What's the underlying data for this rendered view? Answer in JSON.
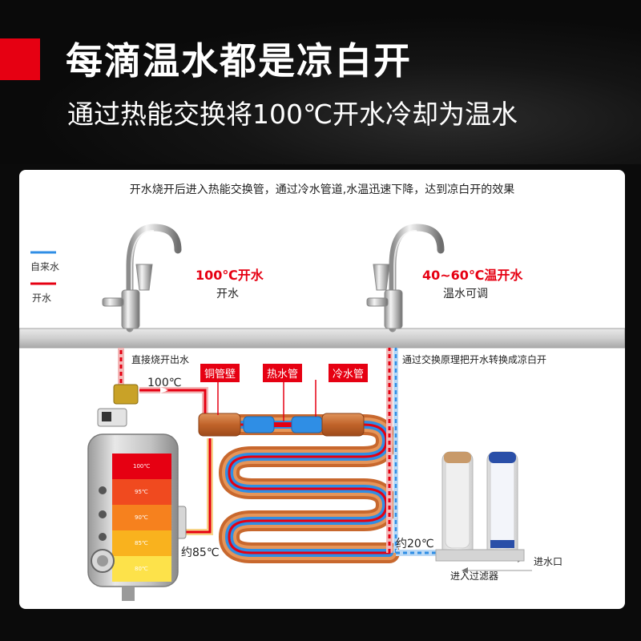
{
  "header": {
    "title": "每滴温水都是凉白开",
    "subtitle": "通过热能交换将100℃开水冷却为温水"
  },
  "diagram": {
    "caption": "开水烧开后进入热能交换管，通过冷水管道,水温迅速下降，达到凉白开的效果",
    "legend": [
      {
        "label": "自来水",
        "color": "#2f8ee5"
      },
      {
        "label": "开水",
        "color": "#e60012"
      }
    ],
    "tap_left": {
      "temp": "100℃开水",
      "note": "开水"
    },
    "tap_right": {
      "temp": "40~60℃温开水",
      "note": "温水可调"
    },
    "pipe_labels": {
      "direct": "直接烧开出水",
      "exchange": "通过交换原理把开水转换成凉白开"
    },
    "tags": {
      "copper": "铜管壁",
      "hot": "热水管",
      "cold": "冷水管"
    },
    "temps": {
      "boil": "100℃",
      "tank_out": "约85℃",
      "inlet_cool": "约20℃"
    },
    "tank_levels": [
      "100℃",
      "95℃",
      "90℃",
      "85℃",
      "80℃"
    ],
    "filter": {
      "label": "进入过滤器",
      "inlet": "进水口"
    },
    "colors": {
      "hot": "#e60012",
      "cold": "#2f8ee5",
      "copper": "#c8682e",
      "accent": "#e60012"
    }
  }
}
